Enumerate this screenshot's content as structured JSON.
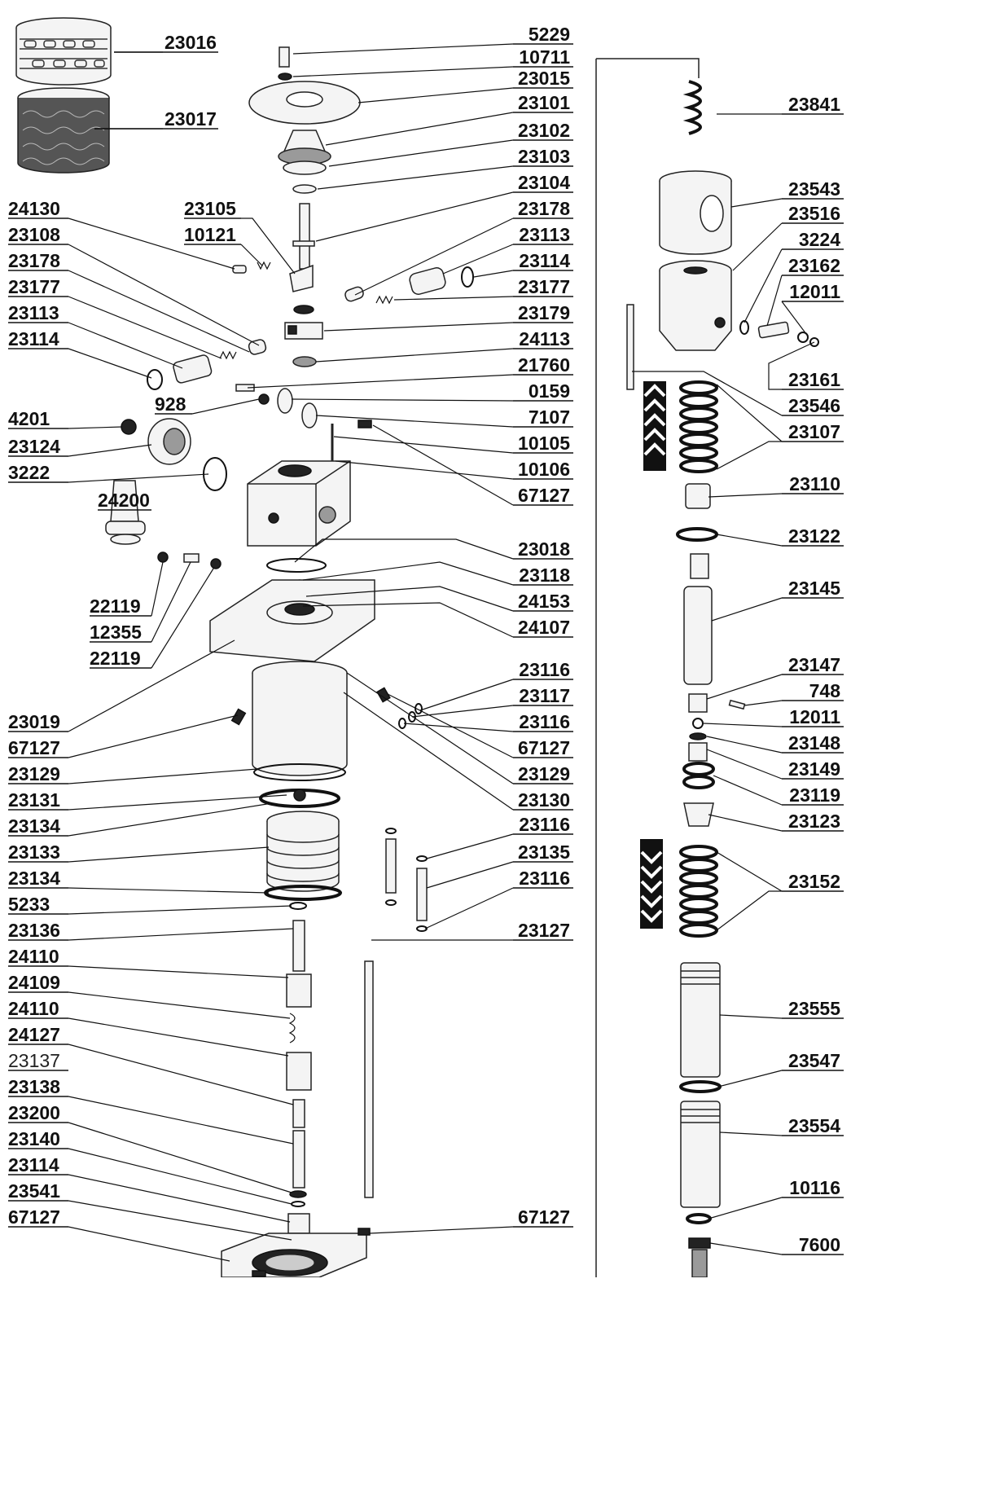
{
  "title": "",
  "icons": {
    "upward_arrow": "upward-chevron-arrow-icon",
    "downward_arrow": "downward-chevron-arrow-icon"
  },
  "labels_top_left": [
    "23016",
    "23017"
  ],
  "labels_left": [
    "24130",
    "23108",
    "23178",
    "23177",
    "23113",
    "23114",
    "928",
    "4201",
    "23124",
    "3222",
    "24200",
    "22119",
    "12355",
    "22119",
    "23019",
    "67127",
    "23129",
    "23131",
    "23134",
    "23133",
    "23134",
    "5233",
    "23136",
    "24110",
    "24109",
    "24110",
    "24127",
    "23137",
    "23138",
    "23200",
    "23140",
    "23114",
    "23541",
    "67127"
  ],
  "labels_center_top": [
    "23105",
    "10121"
  ],
  "labels_mid": [
    "5229",
    "10711",
    "23015",
    "23101",
    "23102",
    "23103",
    "23104",
    "23178",
    "23113",
    "23114",
    "23177",
    "23179",
    "24113",
    "21760",
    "0159",
    "7107",
    "10105",
    "10106",
    "67127",
    "23018",
    "23118",
    "24153",
    "24107",
    "23116",
    "23117",
    "23116",
    "67127",
    "23129",
    "23130",
    "23116",
    "23135",
    "23116",
    "23127",
    "67127"
  ],
  "labels_right": [
    "23841",
    "23543",
    "23516",
    "3224",
    "23162",
    "12011",
    "23161",
    "23546",
    "23107",
    "23110",
    "23122",
    "23145",
    "23147",
    "748",
    "12011",
    "23148",
    "23149",
    "23119",
    "23123",
    "23152",
    "23555",
    "23547",
    "23554",
    "10116",
    "7600"
  ]
}
